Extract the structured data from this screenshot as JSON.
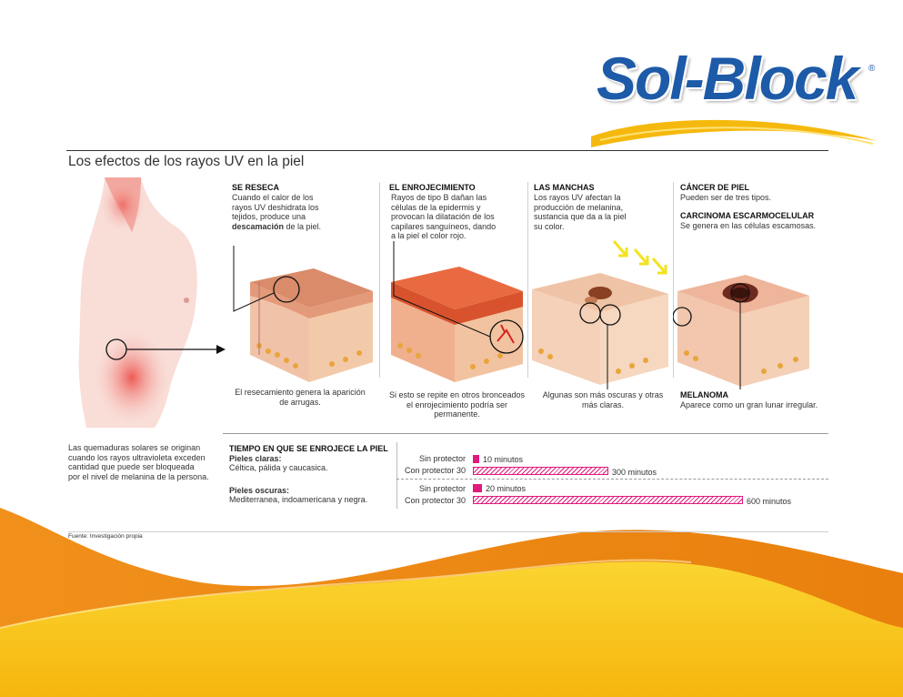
{
  "brand": {
    "name": "Sol-Block",
    "registered": "®"
  },
  "title": "Los efectos de los rayos UV en la piel",
  "panels": [
    {
      "heading": "SE RESECA",
      "lines": [
        "Cuando el calor de los",
        "rayos UV deshidrata los",
        "tejidos, produce una"
      ],
      "bold_word": "descamación",
      "after_bold": " de la piel.",
      "caption": [
        "El resecamiento genera la aparición",
        "de arrugas."
      ]
    },
    {
      "heading": "EL ENROJECIMIENTO",
      "lines": [
        "Rayos de tipo B dañan las",
        "células de la epidermis y",
        "provocan la dilatación de los",
        "capilares sanguíneos, dando",
        "a la piel el color rojo."
      ],
      "caption": [
        "Si esto se repite en otros bronceados",
        "el enrojecimiento podría ser",
        "permanente."
      ]
    },
    {
      "heading": "LAS MANCHAS",
      "lines": [
        "Los rayos UV afectan la",
        "producción de melanina,",
        "sustancia que da a la piel",
        "su color."
      ],
      "caption": [
        "Algunas son más oscuras y otras",
        "más claras."
      ]
    },
    {
      "heading": "CÁNCER DE PIEL",
      "lines": [
        "Pueden ser de tres tipos."
      ],
      "sub_heading": "CARCINOMA ESCARMOCELULAR",
      "sub_lines": [
        "Se genera en las células escamosas."
      ],
      "caption_heading": "MELANOMA",
      "caption": [
        "Aparece como un gran lunar irregular."
      ]
    }
  ],
  "intro_note": [
    "Las quemaduras solares se originan",
    "cuando los rayos ultravioleta exceden",
    "cantidad que puede ser bloqueada",
    "por el nivel de melanina de la persona."
  ],
  "time_table": {
    "heading": "TIEMPO EN QUE SE ENROJECE LA PIEL",
    "groups": [
      {
        "label": "Pieles claras:",
        "desc": "Céltica, pálida y caucasica.",
        "rows": [
          {
            "label": "Sin protector",
            "value": "10 minutos",
            "minutes": 10,
            "style": "solid"
          },
          {
            "label": "Con protector 30",
            "value": "300 minutos",
            "minutes": 300,
            "style": "hatch"
          }
        ]
      },
      {
        "label": "Pieles oscuras:",
        "desc": "Mediterranea, indoamericana y negra.",
        "rows": [
          {
            "label": "Sin protector",
            "value": "20 minutos",
            "minutes": 20,
            "style": "solid"
          },
          {
            "label": "Con protector 30",
            "value": "600 minutos",
            "minutes": 600,
            "style": "hatch"
          }
        ]
      }
    ]
  },
  "source": "Fuente: Investigación propia",
  "colors": {
    "brand_blue": "#1d5aa8",
    "bar_pink": "#e0197d",
    "wave_orange": "#ee8a14",
    "wave_yellow": "#f8c514"
  }
}
